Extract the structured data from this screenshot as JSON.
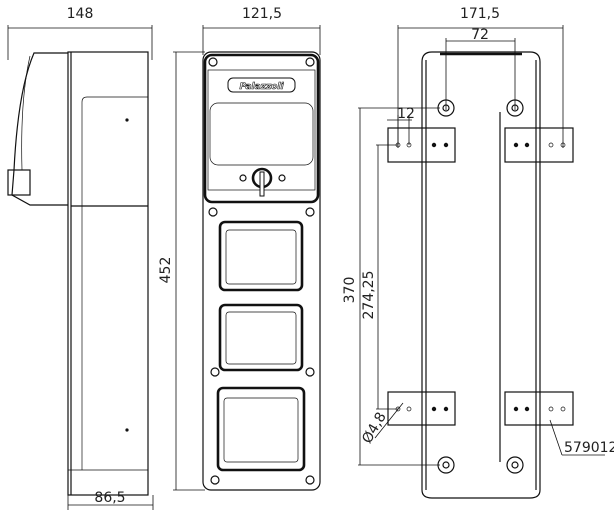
{
  "drawing": {
    "brand_logo": "Palazzoli",
    "side_view": {
      "width_total": "148",
      "depth_base": "86,5"
    },
    "front_view": {
      "width": "121,5",
      "height": "452"
    },
    "rear_view": {
      "width": "171,5",
      "hole_spacing": "72",
      "bracket_hole_offset": "12",
      "hole_vertical_spacing": "370",
      "bracket_vertical_spacing": "274,25",
      "hole_diameter": "Ø4,8",
      "bracket_part_number": "579012"
    }
  }
}
